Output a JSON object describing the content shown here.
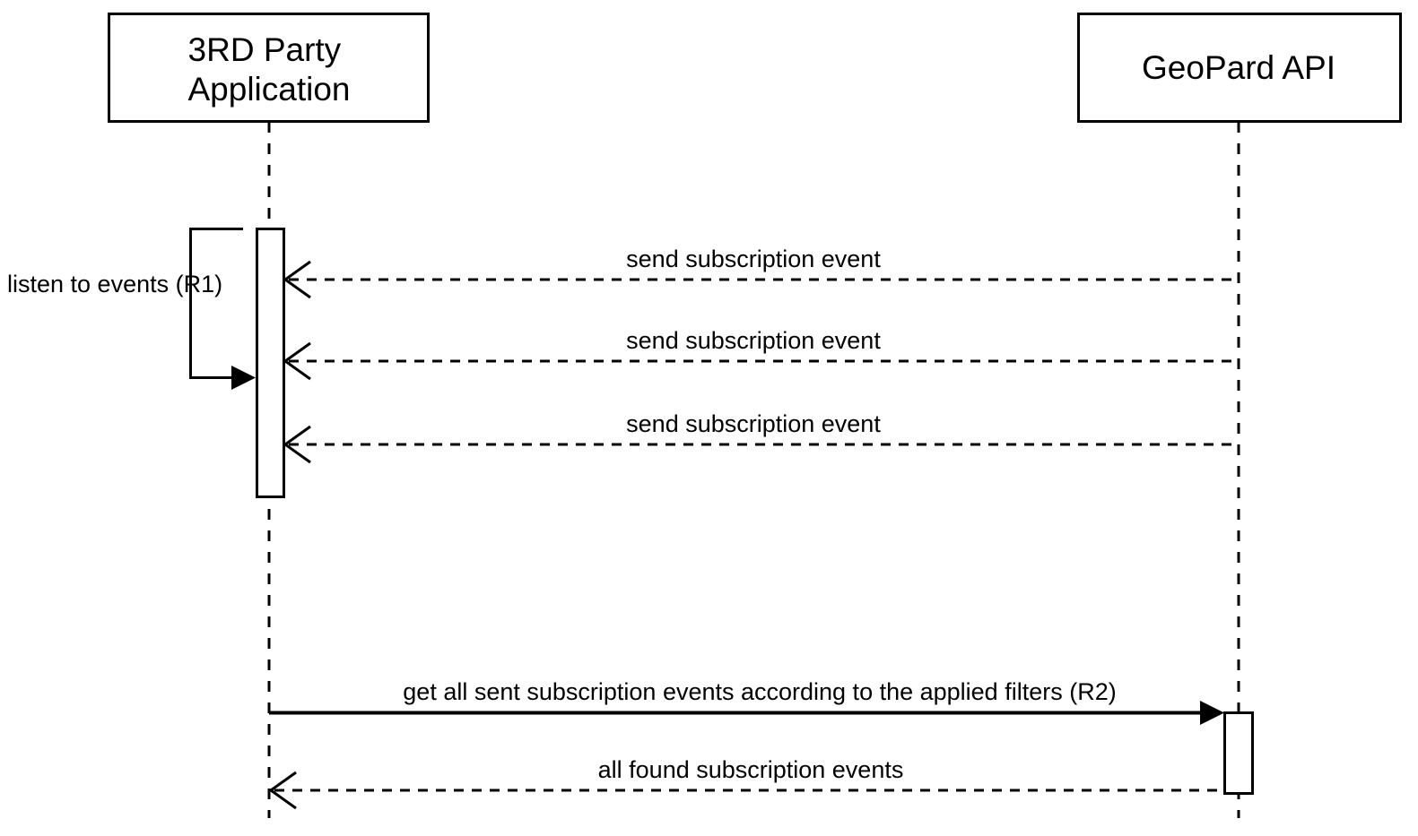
{
  "diagram": {
    "kind": "uml-sequence-diagram",
    "background_color": "#ffffff",
    "line_color": "#000000",
    "text_color": "#000000",
    "actors": [
      {
        "id": "third-party-application",
        "title_lines": [
          "3RD Party",
          "Application"
        ]
      },
      {
        "id": "geopard-api",
        "title_lines": [
          "GeoPard API"
        ]
      }
    ],
    "messages": [
      {
        "index": 1,
        "from": "third-party-application",
        "to": "third-party-application",
        "kind": "self-message",
        "line_style": "solid",
        "arrowhead": "filled",
        "label": "listen to events (R1)"
      },
      {
        "index": 2,
        "from": "geopard-api",
        "to": "third-party-application",
        "kind": "async",
        "line_style": "dashed",
        "arrowhead": "open",
        "label": "send subscription event"
      },
      {
        "index": 3,
        "from": "geopard-api",
        "to": "third-party-application",
        "kind": "async",
        "line_style": "dashed",
        "arrowhead": "open",
        "label": "send subscription event"
      },
      {
        "index": 4,
        "from": "geopard-api",
        "to": "third-party-application",
        "kind": "async",
        "line_style": "dashed",
        "arrowhead": "open",
        "label": "send subscription event"
      },
      {
        "index": 5,
        "from": "third-party-application",
        "to": "geopard-api",
        "kind": "request",
        "line_style": "solid",
        "arrowhead": "filled",
        "label": "get all sent subscription events according to the applied filters (R2)"
      },
      {
        "index": 6,
        "from": "geopard-api",
        "to": "third-party-application",
        "kind": "response",
        "line_style": "dashed",
        "arrowhead": "open",
        "label": "all found subscription events"
      }
    ]
  }
}
